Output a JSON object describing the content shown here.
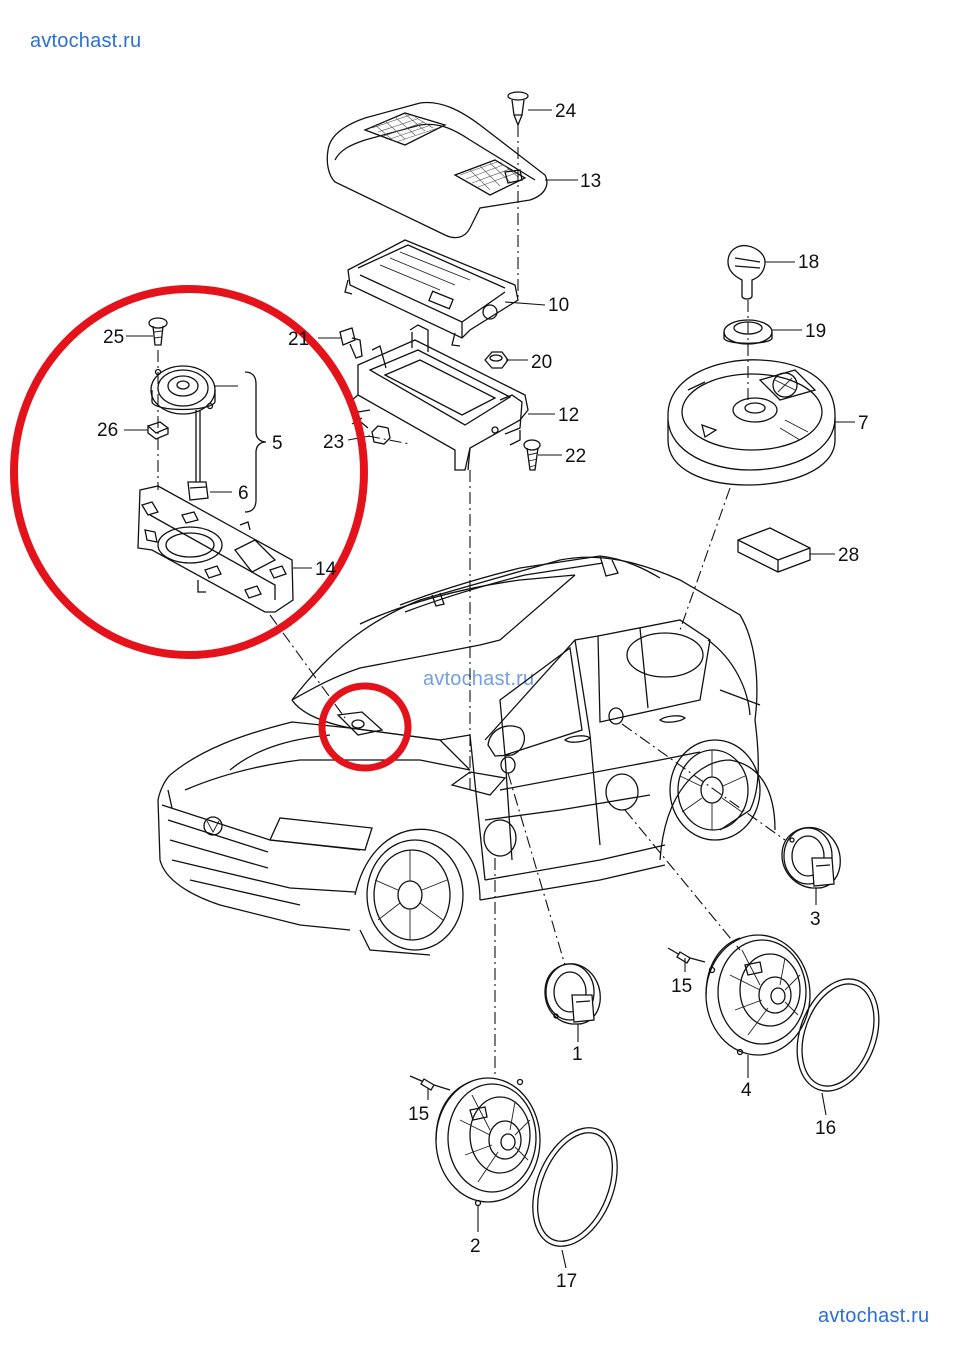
{
  "watermarks": [
    "avtochast.ru",
    "avtochast.ru",
    "avtochast.ru"
  ],
  "callouts": {
    "c1": "1",
    "c2": "2",
    "c3": "3",
    "c4": "4",
    "c5": "5",
    "c6": "6",
    "c7": "7",
    "c10": "10",
    "c12": "12",
    "c13": "13",
    "c14": "14",
    "c15a": "15",
    "c15b": "15",
    "c16": "16",
    "c17": "17",
    "c18": "18",
    "c19": "19",
    "c20": "20",
    "c21": "21",
    "c22": "22",
    "c23": "23",
    "c24": "24",
    "c25": "25",
    "c26": "26",
    "c28": "28"
  },
  "colors": {
    "highlight": "#e3121b",
    "watermark": "#2a6fd8",
    "line": "#111111"
  }
}
